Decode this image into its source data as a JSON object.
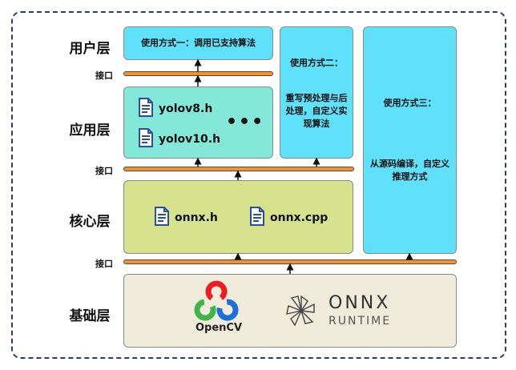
{
  "layers": {
    "user": "用户层",
    "app": "应用层",
    "core": "核心层",
    "base": "基础层"
  },
  "interface_label": "接口",
  "boxes": {
    "method1": "使用方式一：调用已支持算法",
    "method2_title": "使用方式二：",
    "method2_body": "重写预处理与后处理，自定义实现算法",
    "method3_title": "使用方式三：",
    "method3_body": "从源码编译，自定义推理方式"
  },
  "files": {
    "yolov8": "yolov8.h",
    "yolov10": "yolov10.h",
    "more": "•••",
    "onnx_h": "onnx.h",
    "onnx_cpp": "onnx.cpp"
  },
  "logos": {
    "opencv": "OpenCV",
    "onnx": "ONNX",
    "runtime": "RUNTIME"
  },
  "colors": {
    "cyan": "#5fe0fb",
    "teal": "#83e8d8",
    "lime": "#d6e38c",
    "beige": "#efecdc",
    "orange": "#f5922a",
    "frame": "#2c3e66",
    "file_icon": "#2b4fa0"
  }
}
